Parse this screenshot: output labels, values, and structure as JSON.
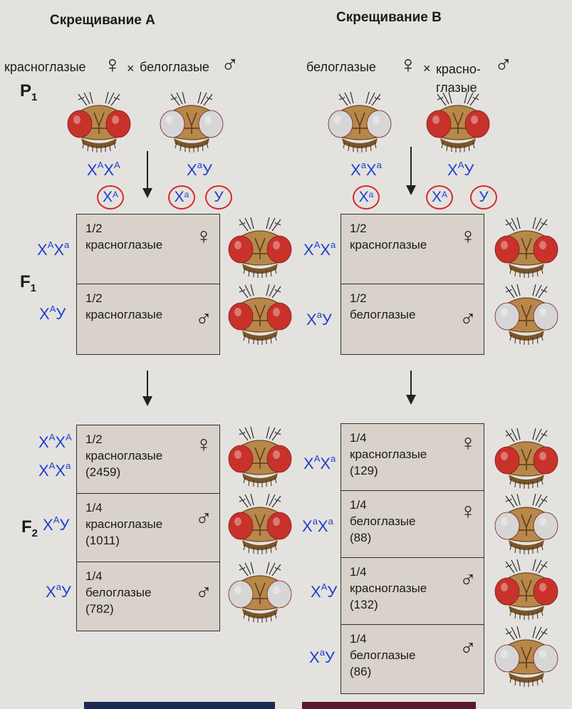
{
  "cross_a": {
    "title": "Скрещивание А",
    "female_label": "красноглазые",
    "times": "×",
    "male_label": "белоглазые",
    "p1_female_genotype": {
      "base1": "X",
      "sup1": "A",
      "base2": "X",
      "sup2": "A"
    },
    "p1_male_genotype": {
      "base1": "X",
      "sup1": "a",
      "base2": "У",
      "sup2": ""
    },
    "gametes": [
      {
        "base": "X",
        "sup": "A"
      },
      {
        "base": "X",
        "sup": "a"
      },
      {
        "base": "У",
        "sup": ""
      }
    ],
    "f1": [
      {
        "genotype": {
          "base1": "X",
          "sup1": "A",
          "base2": "X",
          "sup2": "a"
        },
        "text": "1/2\nкрасноглазые",
        "sex": "♀",
        "eye": "red"
      },
      {
        "genotype": {
          "base1": "X",
          "sup1": "A",
          "base2": "У",
          "sup2": ""
        },
        "text": "1/2\nкрасноглазые",
        "sex": "♂",
        "eye": "red"
      }
    ],
    "f2": [
      {
        "genotypes": [
          {
            "base1": "X",
            "sup1": "A",
            "base2": "X",
            "sup2": "A"
          },
          {
            "base1": "X",
            "sup1": "A",
            "base2": "X",
            "sup2": "a"
          }
        ],
        "text": "1/2\nкрасноглазые\n(2459)",
        "sex": "♀",
        "eye": "red"
      },
      {
        "genotypes": [
          {
            "base1": "X",
            "sup1": "A",
            "base2": "У",
            "sup2": ""
          }
        ],
        "text": "1/4\nкрасноглазые\n(1011)",
        "sex": "♂",
        "eye": "red"
      },
      {
        "genotypes": [
          {
            "base1": "X",
            "sup1": "a",
            "base2": "У",
            "sup2": ""
          }
        ],
        "text": "1/4\nбелоглазые\n(782)",
        "sex": "♂",
        "eye": "white"
      }
    ]
  },
  "cross_b": {
    "title": "Скрещивание В",
    "female_label": "белоглазые",
    "times": "×",
    "male_label": "красно-\nглазые",
    "p1_female_genotype": {
      "base1": "X",
      "sup1": "a",
      "base2": "X",
      "sup2": "a"
    },
    "p1_male_genotype": {
      "base1": "X",
      "sup1": "A",
      "base2": "У",
      "sup2": ""
    },
    "gametes": [
      {
        "base": "X",
        "sup": "a"
      },
      {
        "base": "X",
        "sup": "A"
      },
      {
        "base": "У",
        "sup": ""
      }
    ],
    "f1": [
      {
        "genotype": {
          "base1": "X",
          "sup1": "A",
          "base2": "X",
          "sup2": "a"
        },
        "text": "1/2\nкрасноглазые",
        "sex": "♀",
        "eye": "red"
      },
      {
        "genotype": {
          "base1": "X",
          "sup1": "a",
          "base2": "У",
          "sup2": ""
        },
        "text": "1/2\nбелоглазые",
        "sex": "♂",
        "eye": "white"
      }
    ],
    "f2": [
      {
        "genotypes": [
          {
            "base1": "X",
            "sup1": "A",
            "base2": "X",
            "sup2": "a"
          }
        ],
        "text": "1/4\nкрасноглазые\n(129)",
        "sex": "♀",
        "eye": "red"
      },
      {
        "genotypes": [
          {
            "base1": "X",
            "sup1": "a",
            "base2": "X",
            "sup2": "a"
          }
        ],
        "text": "1/4\nбелоглазые\n(88)",
        "sex": "♀",
        "eye": "white"
      },
      {
        "genotypes": [
          {
            "base1": "X",
            "sup1": "A",
            "base2": "У",
            "sup2": ""
          }
        ],
        "text": "1/4\nкрасноглазые\n(132)",
        "sex": "♂",
        "eye": "red"
      },
      {
        "genotypes": [
          {
            "base1": "X",
            "sup1": "a",
            "base2": "У",
            "sup2": ""
          }
        ],
        "text": "1/4\nбелоглазые\n(86)",
        "sex": "♂",
        "eye": "white"
      }
    ]
  },
  "generations": {
    "p1": {
      "base": "P",
      "sub": "1"
    },
    "f1": {
      "base": "F",
      "sub": "1"
    },
    "f2": {
      "base": "F",
      "sub": "2"
    }
  },
  "symbols": {
    "female": "♀",
    "male": "♂"
  },
  "colors": {
    "genotype": "#1f3fd0",
    "gamete_ring": "#d42a2a",
    "red_eye": "#c8322a",
    "white_eye": "#d6d6d6",
    "fly_body": "#b8874a"
  }
}
